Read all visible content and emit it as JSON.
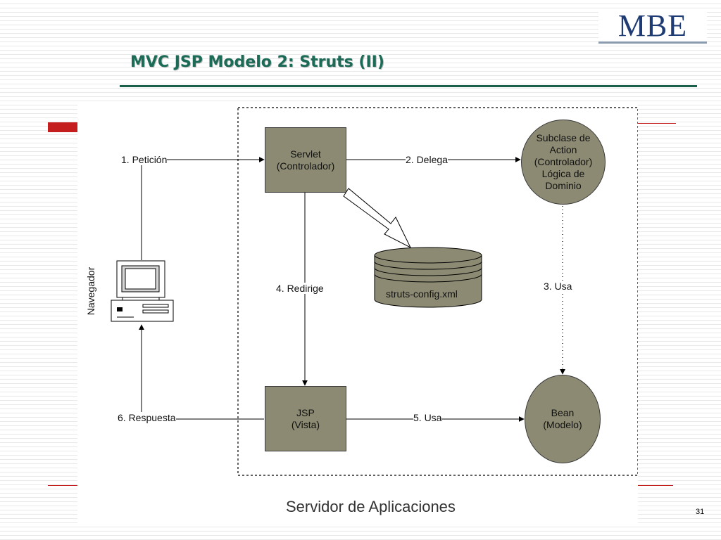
{
  "slide": {
    "title": "MVC JSP Modelo 2: Struts (II)",
    "logo": "MBE",
    "page_number": "31"
  },
  "diagram": {
    "container_label": "Servidor de Aplicaciones",
    "client_label": "Navegador",
    "nodes": {
      "servlet": "Servlet\n(Controlador)",
      "action": "Subclase de\nAction\n(Controlador)\nLógica de\nDominio",
      "config": "struts-config.xml",
      "jsp": "JSP\n(Vista)",
      "bean": "Bean\n(Modelo)"
    },
    "edges": {
      "peticion": "1. Petición",
      "delega": "2. Delega",
      "usa3": "3. Usa",
      "redirige": "4. Redirige",
      "usa5": "5. Usa",
      "respuesta": "6. Respuesta"
    },
    "icons": [
      "desktop-computer-icon",
      "database-cylinder-icon"
    ]
  }
}
